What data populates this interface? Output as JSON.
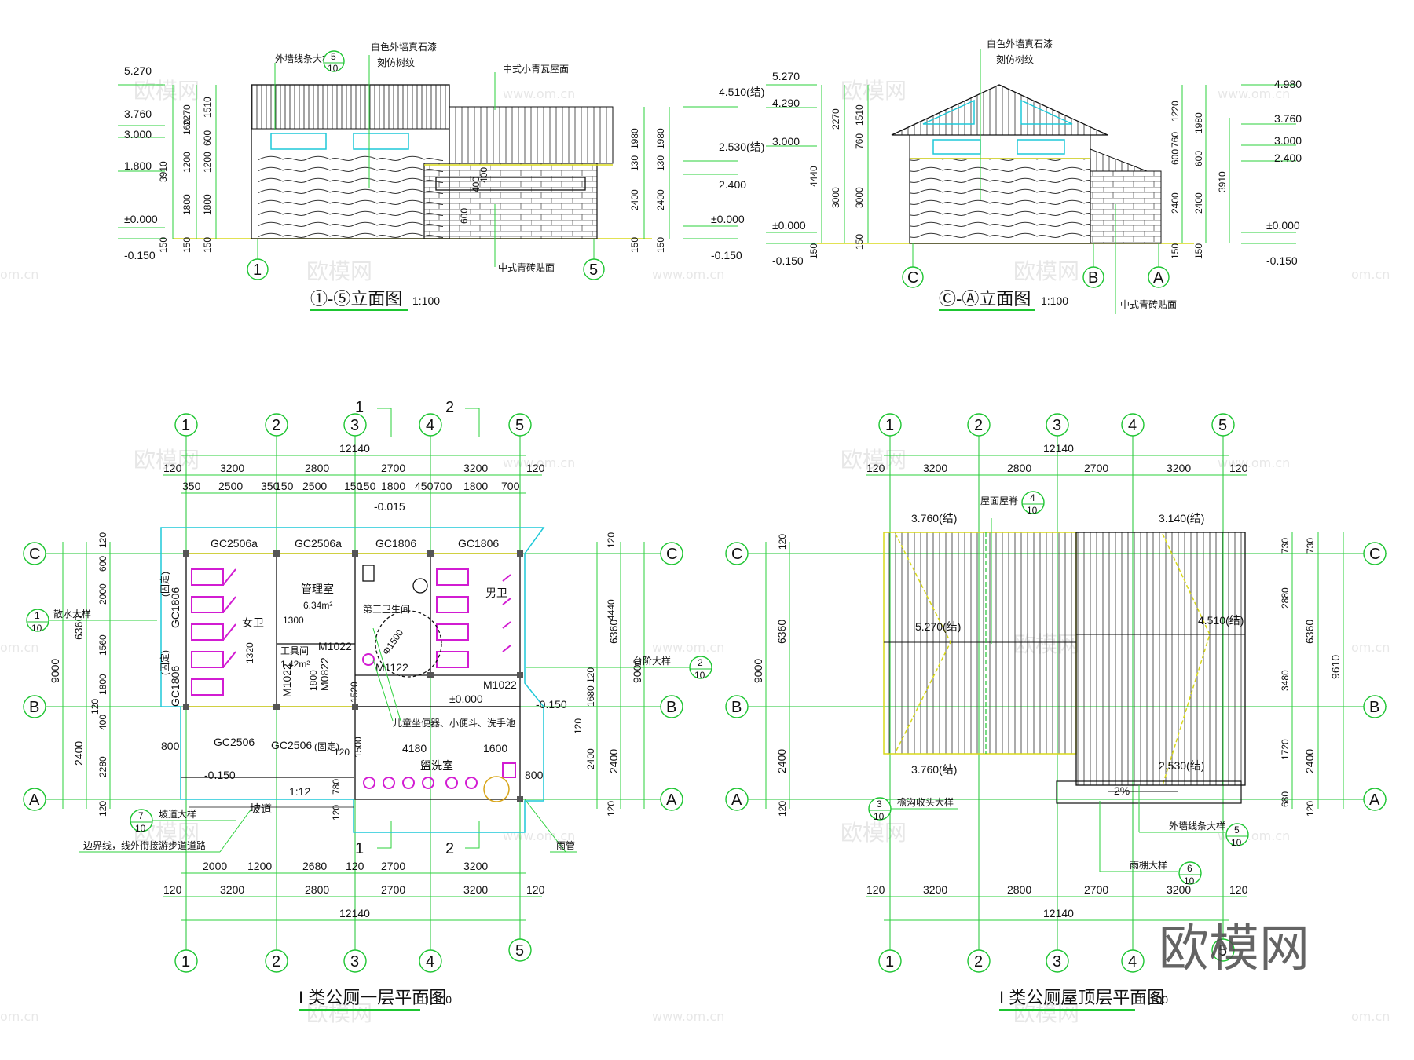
{
  "titles": {
    "elev1": "①-⑤立面图",
    "elev1_scale": "1:100",
    "elev2": "Ⓒ-Ⓐ立面图",
    "elev2_scale": "1:100",
    "plan": "I 类公厕一层平面图",
    "plan_scale": "1:100",
    "roof": "I 类公厕屋顶层平面图",
    "roof_scale": "1:100"
  },
  "logo": "欧模网",
  "watermark": {
    "text": "欧模网",
    "url": "www.om.cn",
    "url_short": "om.cn"
  },
  "elev1": {
    "levels_left": [
      "5.270",
      "3.760",
      "3.000",
      "1.800",
      "±0.000",
      "-0.150"
    ],
    "levels_right": [
      "4.510(结)",
      "2.530(结)",
      "2.400",
      "±0.000",
      "-0.150"
    ],
    "dims_left_a": [
      "3910",
      "150"
    ],
    "dims_left_b": [
      "2270",
      "160",
      "1200",
      "1800",
      "150"
    ],
    "dims_left_c": [
      "1510",
      "600",
      "1200",
      "1800",
      "150"
    ],
    "dims_right_a": [
      "1980",
      "130",
      "2400",
      "150"
    ],
    "dims_right_b": [
      "1980",
      "130",
      "2400",
      "150"
    ],
    "notes": {
      "detail": "外墙线条大样",
      "stone": "白色外墙真石漆",
      "stone2": "刻仿树纹",
      "roof": "中式小青瓦屋面",
      "brick": "中式青砖贴面"
    },
    "detail_ref": {
      "num": "5",
      "sheet": "10"
    },
    "inner_dims": [
      "400",
      "400",
      "600"
    ],
    "axes": [
      "1",
      "5"
    ]
  },
  "elev2": {
    "levels_left": [
      "5.270",
      "4.290",
      "3.000",
      "±0.000",
      "-0.150"
    ],
    "levels_right": [
      "4.980",
      "3.760",
      "3.000",
      "2.400",
      "±0.000",
      "-0.150"
    ],
    "dims_left_a": [
      "4440",
      "150"
    ],
    "dims_left_b": [
      "2270",
      "3000"
    ],
    "dims_left_c": [
      "1510",
      "760",
      "3000",
      "150"
    ],
    "dims_right_a": [
      "1220",
      "760",
      "600",
      "2400",
      "150"
    ],
    "dims_right_b": [
      "1980",
      "600",
      "2400",
      "150"
    ],
    "dims_right_c": [
      "3910"
    ],
    "notes": {
      "stone": "白色外墙真石漆",
      "stone2": "刻仿树纹",
      "brick": "中式青砖贴面"
    },
    "axes": [
      "C",
      "B",
      "A"
    ]
  },
  "plan": {
    "axes_x": [
      "1",
      "2",
      "3",
      "4",
      "5"
    ],
    "axes_y": [
      "C",
      "B",
      "A"
    ],
    "section_marks": [
      "1",
      "2"
    ],
    "total": "12140",
    "dims_top_row1": [
      "120",
      "3200",
      "2800",
      "2700",
      "3200",
      "120"
    ],
    "dims_top_row2": [
      "350",
      "2500",
      "350",
      "150",
      "2500",
      "150",
      "150",
      "1800",
      "450",
      "700",
      "1800",
      "700"
    ],
    "dims_bottom_row1": [
      "2000",
      "1200",
      "2680",
      "120",
      "2700",
      "3200"
    ],
    "dims_bottom_row2": [
      "120",
      "3200",
      "2800",
      "2700",
      "3200",
      "120"
    ],
    "dims_left_a": [
      "120",
      "600",
      "2000",
      "1560",
      "1800",
      "120",
      "400",
      "2280",
      "120"
    ],
    "dims_left_b": [
      "6360",
      "2400"
    ],
    "dims_left_c": [
      "9000"
    ],
    "dims_right_a": [
      "120",
      "4440",
      "120",
      "1680",
      "120",
      "2400",
      "120"
    ],
    "dims_right_b": [
      "6360",
      "2400"
    ],
    "dims_right_c": [
      "9000"
    ],
    "windows": [
      "GC2506a",
      "GC2506a",
      "GC1806",
      "GC1806",
      "GC1806",
      "GC1806",
      "GC2506",
      "GC2506"
    ],
    "fixed_note": "(固定)",
    "doors": [
      "M1022",
      "M0822",
      "M1122",
      "M1022",
      "M1022"
    ],
    "rooms": {
      "women": "女卫",
      "men": "男卫",
      "mgmt": "管理室",
      "mgmt_area": "6.34m²",
      "tool": "工具间",
      "tool_area": "1.42m²",
      "third": "第三卫生间",
      "wash": "盥洗室",
      "ramp": "坡道"
    },
    "misc": [
      "1300",
      "1320",
      "1800",
      "1520",
      "1500",
      "4180",
      "1600",
      "800",
      "800",
      "120",
      "780",
      "120",
      "Φ1500",
      "1:12",
      "-0.015",
      "±0.000",
      "-0.150",
      "-0.150",
      "儿童坐便器、小便斗、洗手池"
    ],
    "refs": [
      {
        "label": "散水大样",
        "num": "1",
        "sheet": "10"
      },
      {
        "label": "台阶大样",
        "num": "2",
        "sheet": "10"
      },
      {
        "label": "坡道大样",
        "num": "7",
        "sheet": "10"
      }
    ],
    "note_boundary": "边界线，线外衔接游步道道路",
    "note_pipe": "雨管"
  },
  "roof": {
    "axes_x": [
      "1",
      "2",
      "3",
      "4",
      "5"
    ],
    "axes_y": [
      "C",
      "B",
      "A"
    ],
    "total": "12140",
    "dims_top": [
      "120",
      "3200",
      "2800",
      "2700",
      "3200",
      "120"
    ],
    "dims_bottom": [
      "120",
      "3200",
      "2800",
      "2700",
      "3200",
      "120"
    ],
    "dims_left_a": [
      "120",
      "6360",
      "2400",
      "120"
    ],
    "dims_left_b": [
      "9000"
    ],
    "dims_right_a": [
      "730",
      "2880",
      "3480",
      "1720",
      "680"
    ],
    "dims_right_b": [
      "730",
      "6360",
      "2400",
      "120"
    ],
    "dims_right_c": [
      "9610"
    ],
    "levels": [
      "3.760(结)",
      "3.140(结)",
      "5.270(结)",
      "4.510(结)",
      "3.760(结)",
      "2.530(结)"
    ],
    "slope": "2%",
    "refs": [
      {
        "label": "屋面屋脊",
        "num": "4",
        "sheet": "10"
      },
      {
        "label": "檐沟收头大样",
        "num": "3",
        "sheet": "10"
      },
      {
        "label": "外墙线条大样",
        "num": "5",
        "sheet": "10"
      },
      {
        "label": "雨棚大样",
        "num": "6",
        "sheet": "10"
      }
    ]
  }
}
